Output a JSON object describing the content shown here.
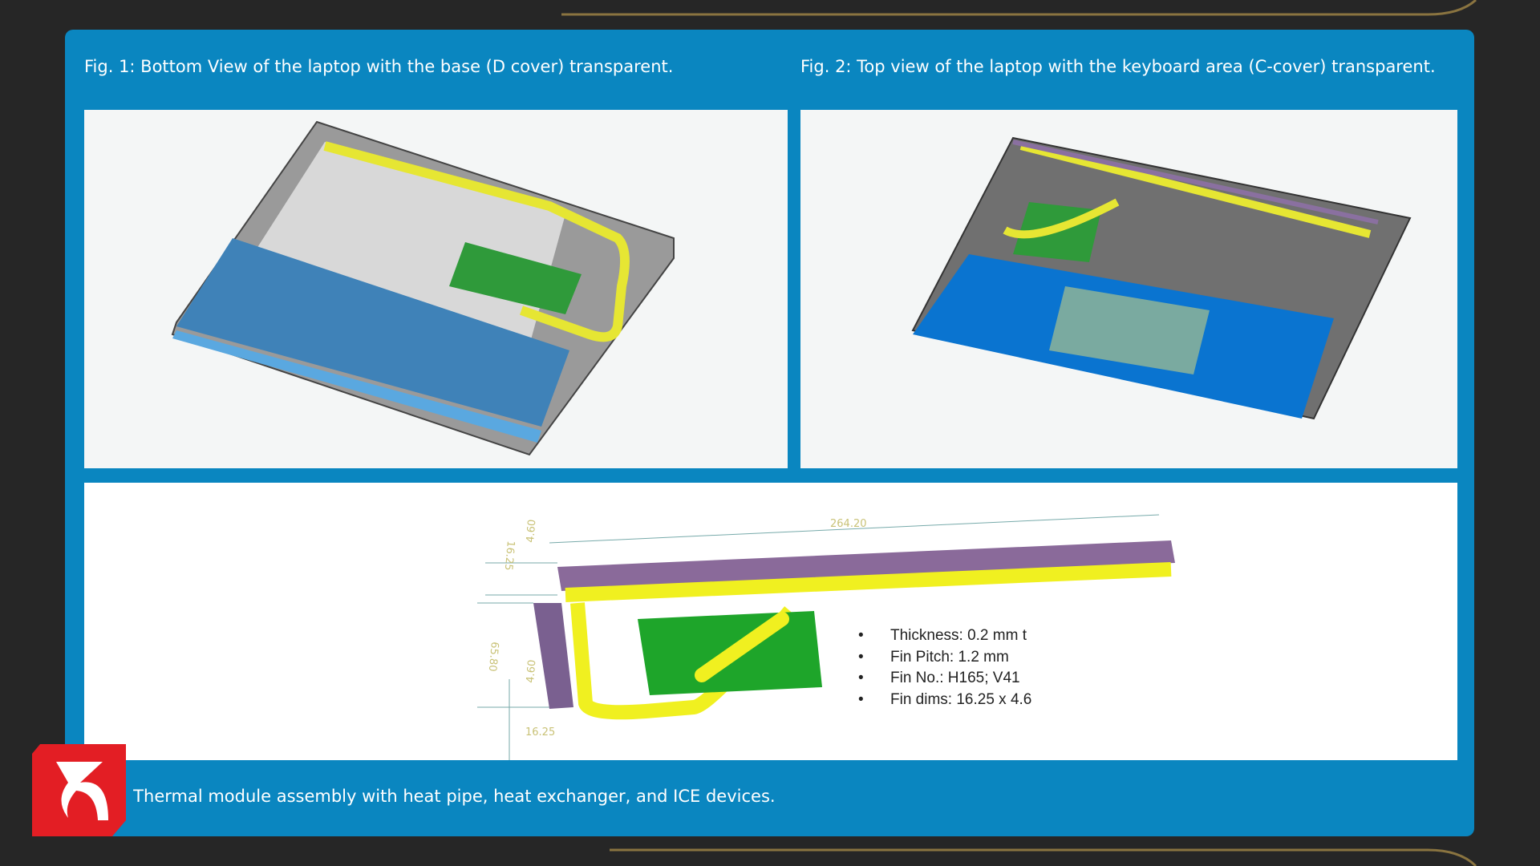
{
  "figures": {
    "fig1_caption": "Fig. 1: Bottom View of the laptop with the base (D cover) transparent.",
    "fig2_caption": "Fig. 2: Top view of the laptop with the keyboard area (C-cover) transparent.",
    "fig3_caption": "Fig. 3: Thermal module assembly with heat pipe, heat exchanger, and ICE devices.",
    "fig3_caption_visible": "3: Thermal module assembly with heat pipe, heat exchanger, and ICE devices."
  },
  "specs": [
    "Thickness: 0.2 mm t",
    "Fin Pitch: 1.2 mm",
    "Fin No.: H165; V41",
    "Fin dims: 16.25 x 4.6"
  ],
  "dimensions": {
    "length": "264.20",
    "top_height": "4.60",
    "top_fin": "16.25",
    "side_length": "65.80",
    "side_height": "4.60",
    "bottom_width": "16.25"
  },
  "colors": {
    "panel": "#0a86c0",
    "background": "#262626",
    "logo": "#e31e24"
  }
}
